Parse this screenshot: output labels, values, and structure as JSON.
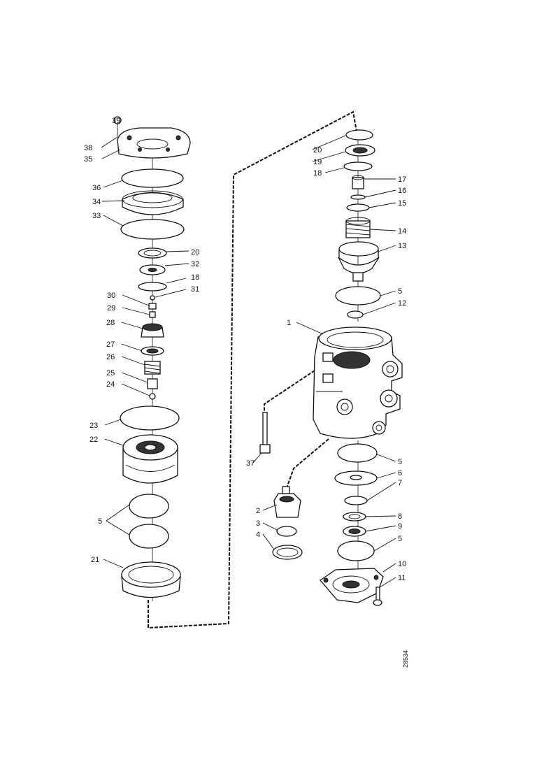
{
  "labels": {
    "left": [
      "38",
      "35",
      "36",
      "34",
      "33",
      "20",
      "32",
      "18",
      "31",
      "30",
      "29",
      "28",
      "27",
      "26",
      "25",
      "24",
      "23",
      "22",
      "5",
      "21"
    ],
    "right": [
      "20",
      "19",
      "18",
      "17",
      "16",
      "15",
      "14",
      "13",
      "5",
      "12",
      "1",
      "37",
      "5",
      "6",
      "7",
      "2",
      "3",
      "4",
      "8",
      "9",
      "5",
      "10",
      "11"
    ],
    "top_number": "39"
  },
  "drawing_code": "28534"
}
